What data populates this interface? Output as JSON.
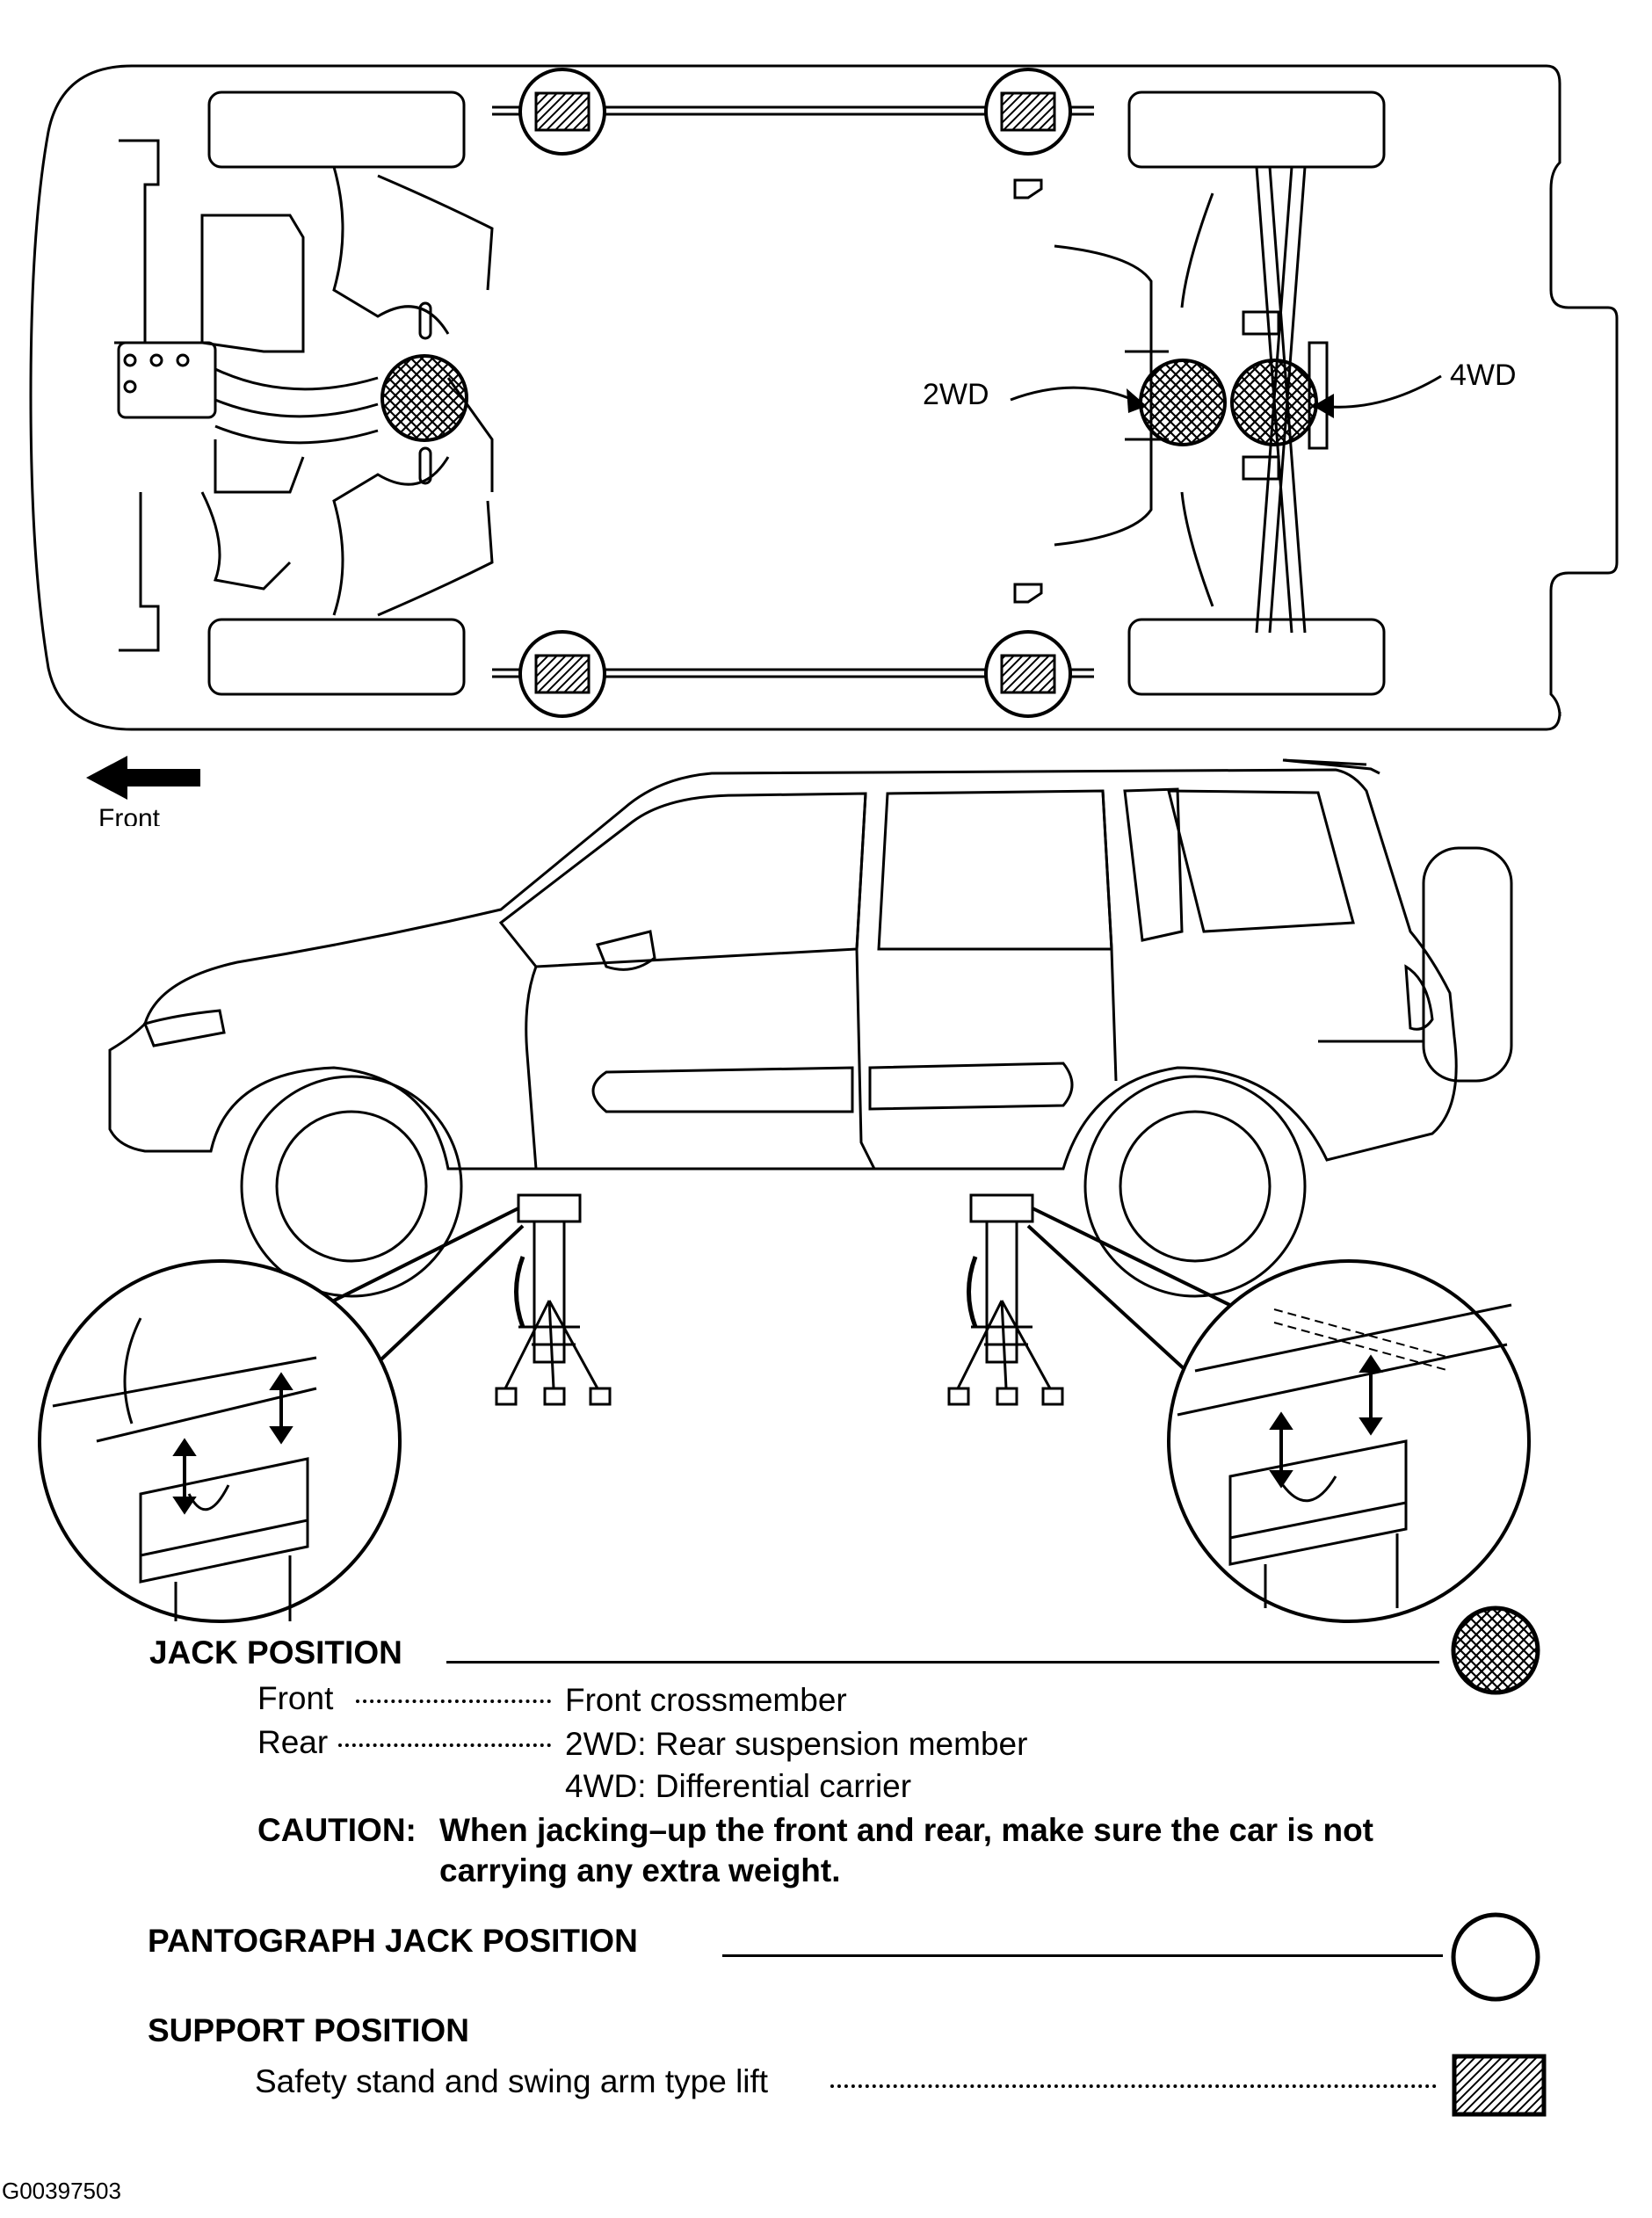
{
  "diagram": {
    "callouts": {
      "rear_2wd": "2WD",
      "rear_4wd": "4WD"
    },
    "direction": {
      "label": "Front"
    },
    "figure_id": "G00397503"
  },
  "legend": {
    "jack": {
      "title": "JACK POSITION",
      "rows": [
        {
          "label": "Front",
          "value": "Front crossmember"
        },
        {
          "label": "Rear",
          "value": "2WD: Rear suspension member"
        },
        {
          "label": "",
          "value": "4WD: Differential carrier"
        }
      ],
      "caution_label": "CAUTION:",
      "caution_line1": "When jacking–up the front and rear, make sure the car is not",
      "caution_line2": "carrying any extra weight."
    },
    "pantograph": {
      "title": "PANTOGRAPH JACK POSITION"
    },
    "support": {
      "title": "SUPPORT POSITION",
      "item": "Safety stand and swing arm type lift"
    }
  },
  "symbols": {
    "jack": "cross-hatched-circle",
    "pantograph": "open-circle",
    "support": "hatched-square"
  }
}
